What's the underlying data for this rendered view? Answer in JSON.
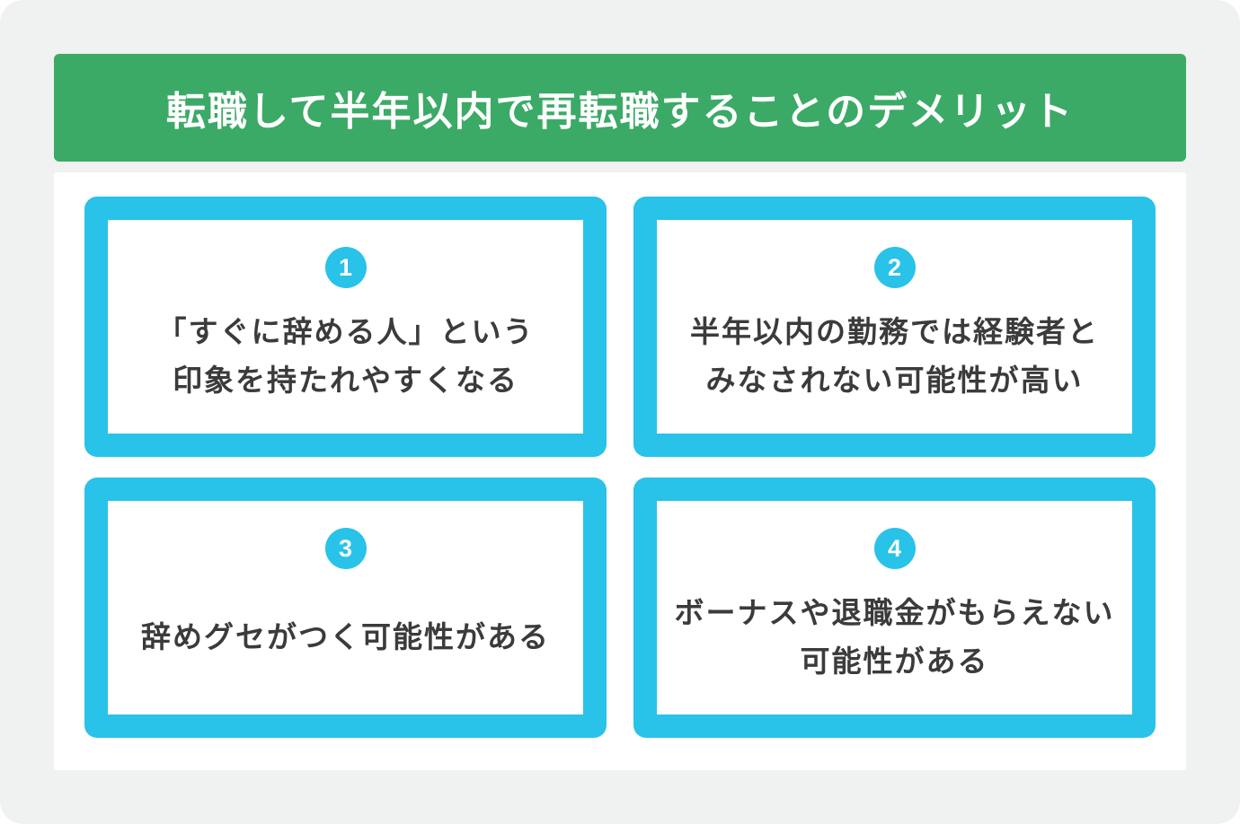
{
  "header": {
    "title": "転職して半年以内で再転職することのデメリット"
  },
  "cards": [
    {
      "number": "1",
      "text": "「すぐに辞める人」という\n印象を持たれやすくなる"
    },
    {
      "number": "2",
      "text": "半年以内の勤務では経験者と\nみなされない可能性が高い"
    },
    {
      "number": "3",
      "text": "辞めグセがつく可能性がある"
    },
    {
      "number": "4",
      "text": "ボーナスや退職金がもらえない\n可能性がある"
    }
  ],
  "colors": {
    "banner_green": "#3baa66",
    "accent_cyan": "#29c2e8",
    "canvas_gray": "#f0f1f1",
    "panel_white": "#ffffff",
    "text_dark": "#3b3b3b",
    "title_white": "#ffffff"
  }
}
